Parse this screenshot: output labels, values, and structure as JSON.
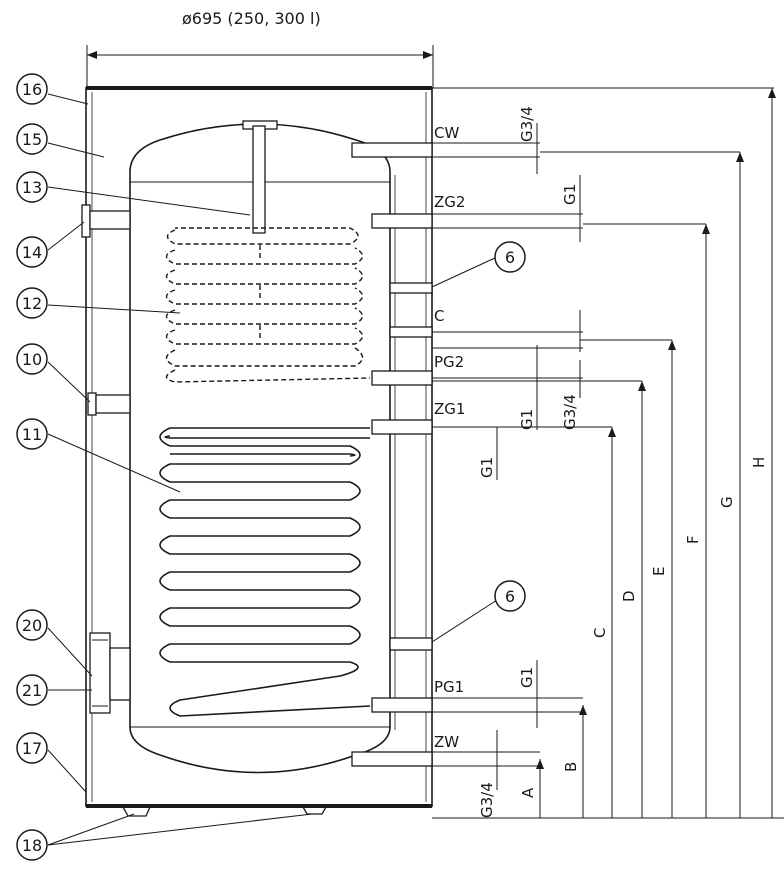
{
  "title": "ø695 (250, 300 l)",
  "connections": [
    {
      "id": "cw",
      "label": "CW"
    },
    {
      "id": "zg2",
      "label": "ZG2"
    },
    {
      "id": "c",
      "label": "C"
    },
    {
      "id": "pg2",
      "label": "PG2"
    },
    {
      "id": "zg1",
      "label": "ZG1"
    },
    {
      "id": "pg1",
      "label": "PG1"
    },
    {
      "id": "zw",
      "label": "ZW"
    }
  ],
  "thread_sizes": [
    {
      "id": "cw",
      "label": "G3/4"
    },
    {
      "id": "zg2",
      "label": "G1"
    },
    {
      "id": "pg2",
      "label": "G1"
    },
    {
      "id": "e",
      "label": "G3/4"
    },
    {
      "id": "zg1",
      "label": "G1"
    },
    {
      "id": "pg1",
      "label": "G1"
    },
    {
      "id": "zw",
      "label": "G3/4"
    }
  ],
  "height_dimensions": [
    "A",
    "B",
    "C",
    "D",
    "E",
    "F",
    "G",
    "H"
  ],
  "callouts": [
    "16",
    "15",
    "13",
    "14",
    "12",
    "10",
    "11",
    "20",
    "21",
    "17",
    "18",
    "6",
    "6"
  ]
}
